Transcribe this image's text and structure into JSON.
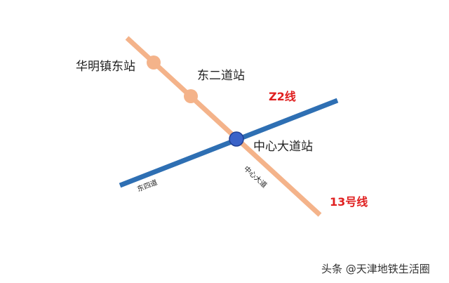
{
  "lines": {
    "line13": {
      "label": "13号线",
      "color": "#f4b38a",
      "label_color": "#e02020"
    },
    "lineZ2": {
      "label": "Z2线",
      "color": "#2e6fb3",
      "label_color": "#e02020"
    }
  },
  "stations": {
    "huaming": {
      "label": "华明镇东站",
      "color": "#f4b38a"
    },
    "dongerdao": {
      "label": "东二道站",
      "color": "#f4b38a"
    },
    "zhongxin": {
      "label": "中心大道站",
      "color": "#3a62c8",
      "stroke": "#1f3f94"
    }
  },
  "roads": {
    "dongsidao": {
      "label": "东四道"
    },
    "zhongxindadao": {
      "label": "中心大道"
    }
  },
  "watermark": {
    "text": "头条 @天津地铁生活圈"
  }
}
